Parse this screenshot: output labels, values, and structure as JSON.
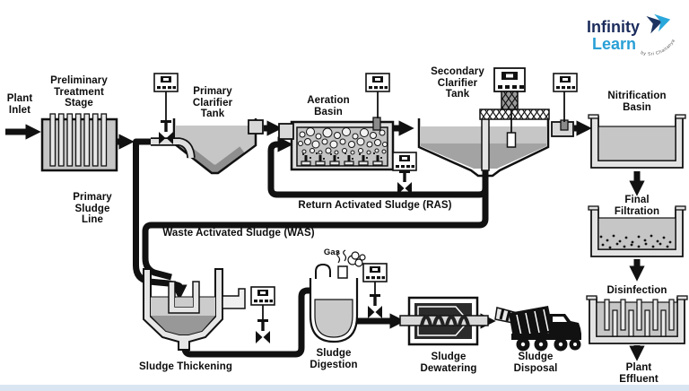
{
  "page": {
    "background": "#ffffff",
    "footer_strip_color": "#d9e6f2"
  },
  "logo": {
    "brand_top": "Infinity",
    "brand_bottom": "Learn",
    "tagline": "by Sri Chaitanya",
    "color_primary": "#1b2c5c",
    "color_secondary": "#2aa0d6"
  },
  "diagram": {
    "labels": {
      "plant_inlet": "Plant\nInlet",
      "preliminary_treatment": "Preliminary\nTreatment\nStage",
      "primary_clarifier": "Primary\nClarifier\nTank",
      "aeration_basin": "Aeration\nBasin",
      "secondary_clarifier": "Secondary\nClarifier\nTank",
      "nitrification_basin": "Nitrification\nBasin",
      "primary_sludge_line": "Primary\nSludge\nLine",
      "ras_line": "Return Activated Sludge (RAS)",
      "was_line": "Waste Activated Sludge (WAS)",
      "final_filtration": "Final Filtration",
      "disinfection": "Disinfection",
      "plant_effluent": "Plant\nEffluent",
      "sludge_thickening": "Sludge Thickening",
      "sludge_digestion": "Sludge\nDigestion",
      "sludge_dewatering": "Sludge\nDewatering",
      "sludge_disposal": "Sludge\nDisposal",
      "gas": "Gas"
    },
    "colors": {
      "water": "#c6c6c6",
      "sludge": "#989898",
      "pipe": "#111111"
    }
  }
}
